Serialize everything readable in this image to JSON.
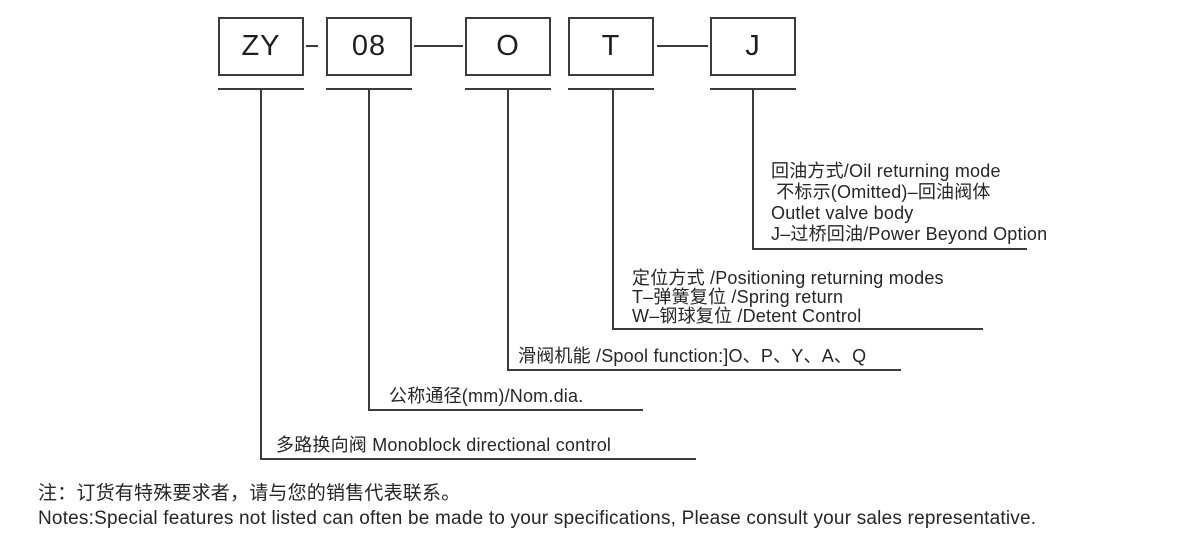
{
  "diagram": {
    "title_semantics": "Model code designation diagram",
    "code_segments": [
      {
        "label": "ZY"
      },
      {
        "label": "08"
      },
      {
        "label": "O"
      },
      {
        "label": "T"
      },
      {
        "label": "J"
      }
    ],
    "leaders": {
      "monoblock": {
        "lines": [
          "多路换向阀 Monoblock directional control"
        ]
      },
      "nom_dia": {
        "lines": [
          "公称通径(mm)/Nom.dia."
        ]
      },
      "spool": {
        "lines": [
          "滑阀机能 /Spool function:]O、P、Y、A、Q"
        ]
      },
      "positioning": {
        "lines": [
          "定位方式 /Positioning returning modes",
          "T–弹簧复位 /Spring return",
          "W–钢球复位 /Detent Control"
        ]
      },
      "oil_return": {
        "lines": [
          "回油方式/Oil returning mode",
          " 不标示(Omitted)–回油阀体",
          "Outlet valve body",
          "J–过桥回油/Power Beyond Option"
        ]
      }
    },
    "line_color": "#3c3c3c",
    "text_color": "#262626"
  },
  "notes": {
    "zh": "注：订货有特殊要求者，请与您的销售代表联系。",
    "en": "Notes:Special features not listed can often be made to your specifications, Please consult your sales representative."
  }
}
